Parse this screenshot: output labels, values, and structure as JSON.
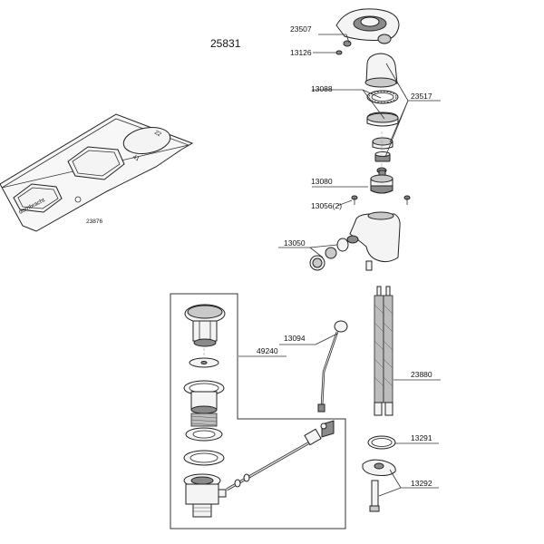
{
  "title": "25831",
  "template_label": "23876",
  "callouts": {
    "p23507": "23507",
    "p13126": "13126",
    "p13088": "13088",
    "p23517": "23517",
    "p13080": "13080",
    "p13056": "13056(2)",
    "p13050": "13050",
    "p13094": "13094",
    "p49240": "49240",
    "p23880": "23880",
    "p13291": "13291",
    "p13292": "13292"
  },
  "template_marks": {
    "size_22": "22",
    "size_41": "41",
    "brand": "dornbracht"
  }
}
